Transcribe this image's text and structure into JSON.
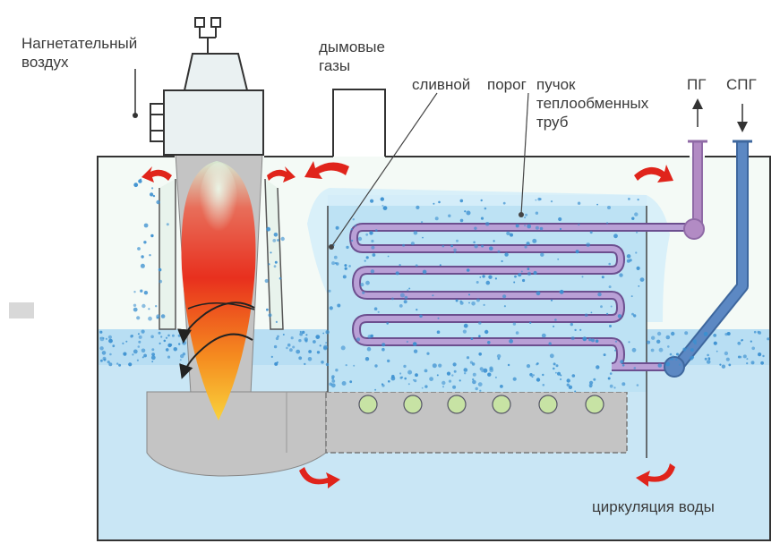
{
  "labels": {
    "air_line1": "Нагнетательный",
    "air_line2": "воздух",
    "flue_line1": "дымовые",
    "flue_line2": "газы",
    "drain": "сливной",
    "tubes_line1": "порог",
    "tubes_line2": "пучок",
    "tubes_line3": "теплообменных",
    "tubes_line4": "труб",
    "pg": "ПГ",
    "spg": "СПГ",
    "circulation": "циркуляция воды"
  },
  "colors": {
    "water": "#c9e6f5",
    "water_surface": "#b5dcf1",
    "bubbles": "#3a8fd0",
    "tank_outline": "#333333",
    "burner_gray": "#c4c4c4",
    "tube_purple": "#9b7dc0",
    "tube_purple_dark": "#6c4f8f",
    "spg_blue": "#5c88c3",
    "pg_violet": "#b28bc4",
    "nozzle_green": "#c7e3a4",
    "arrow_red": "#e0241b",
    "flame_red": "#e8301e",
    "flame_orange": "#f58a1f",
    "flame_yellow": "#f9d23b"
  },
  "icons": [
    "flow-arrow-icon",
    "swirl-arrow-icon",
    "gas-outlet-arrow-icon",
    "gas-inlet-arrow-icon"
  ]
}
